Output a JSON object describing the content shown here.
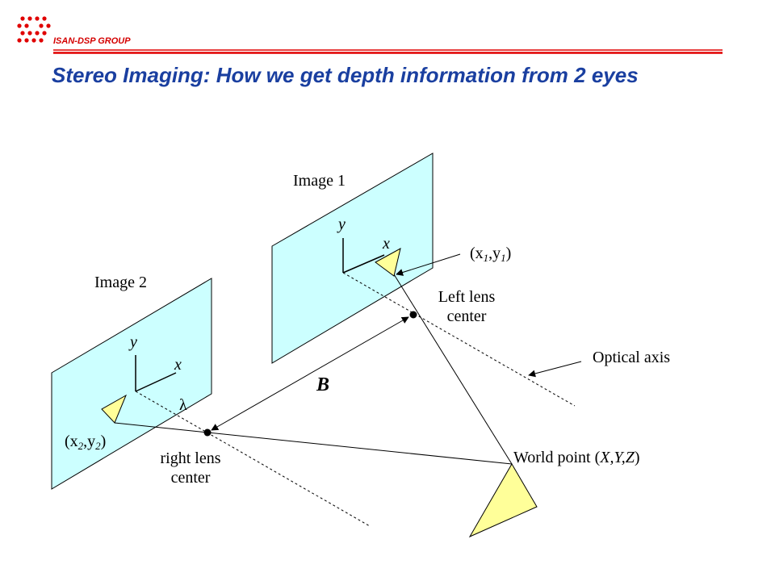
{
  "header": {
    "group_name": "ISAN-DSP GROUP",
    "title": "Stereo Imaging: How we get depth information from 2 eyes"
  },
  "diagram": {
    "image1_label": "Image 1",
    "image2_label": "Image 2",
    "axis_y": "y",
    "axis_x": "x",
    "point1": {
      "open": "(x",
      "sub1": "1",
      "comma": ",y",
      "sub2": "1",
      "close": ")"
    },
    "point2": {
      "open": "(x",
      "sub1": "2",
      "comma": ",y",
      "sub2": "2",
      "close": ")"
    },
    "left_lens_line1": "Left lens",
    "left_lens_line2": "center",
    "right_lens_line1": "right lens",
    "right_lens_line2": "center",
    "optical_axis": "Optical axis",
    "baseline": "B",
    "lambda": "λ",
    "world_point_prefix": "World point (",
    "world_point_coords": "X,Y,Z",
    "world_point_suffix": ")"
  },
  "colors": {
    "plane_fill": "#ccffff",
    "triangle_fill": "#ffff99",
    "logo_red": "#d40000",
    "title_blue": "#1a3fa0"
  }
}
